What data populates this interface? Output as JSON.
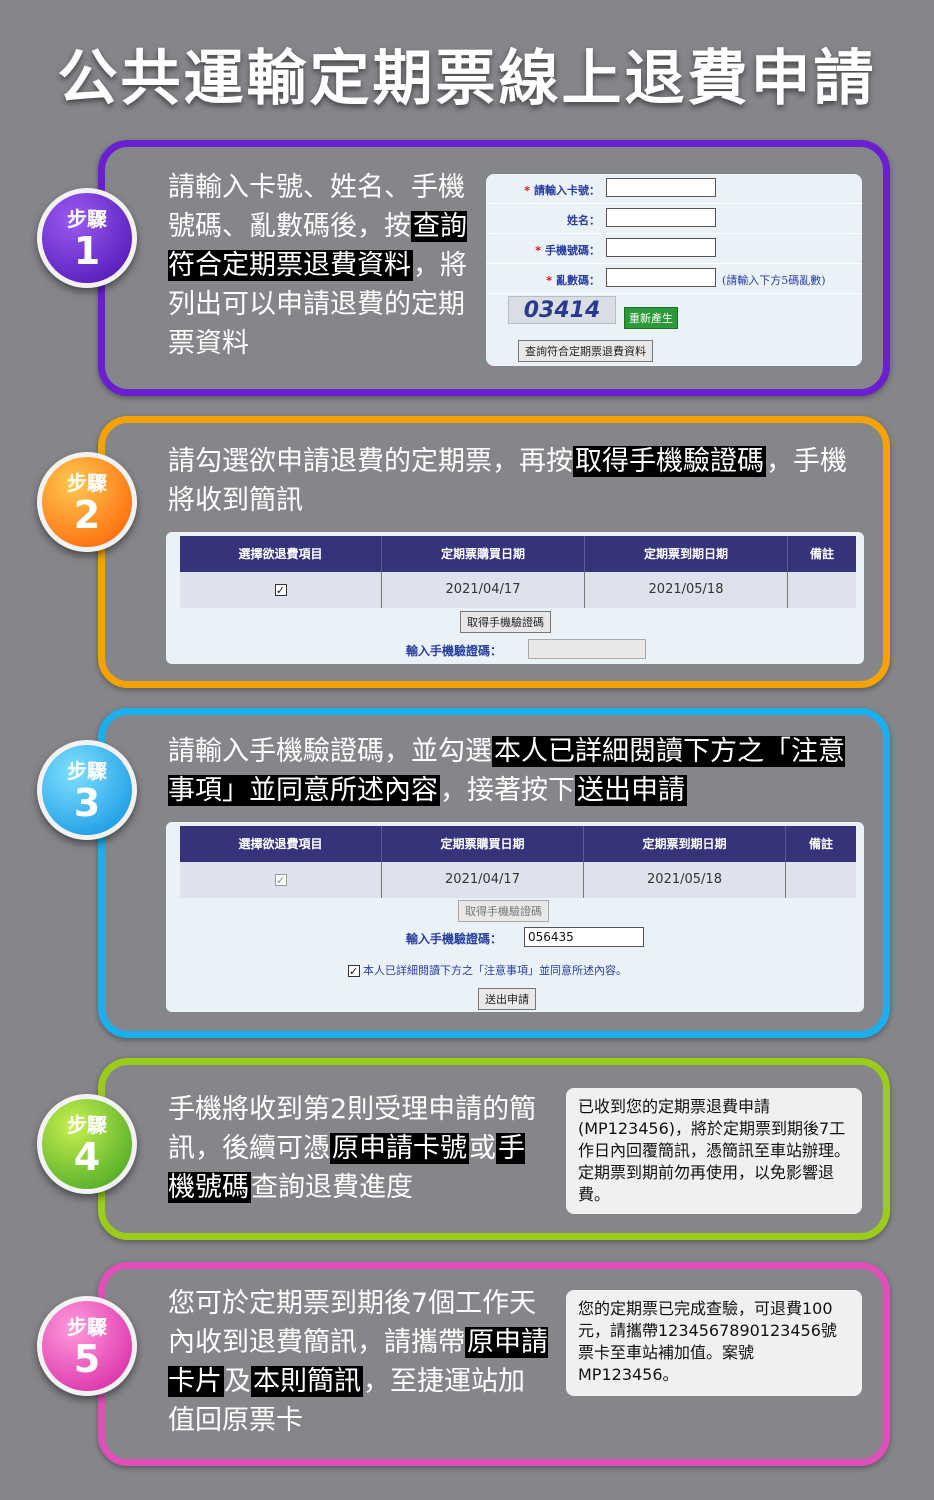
{
  "title": "公共運輸定期票線上退費申請",
  "badge_word": "步驟",
  "colors": {
    "step1": "#6a1fd0",
    "step2": "#f5a300",
    "step3": "#1ab0f0",
    "step4": "#9ccc1a",
    "step5": "#e050b8"
  },
  "step1": {
    "num": "1",
    "text_a": "請輸入卡號、姓名、手機號碼、亂數碼後，按",
    "text_hl": "查詢符合定期票退費資料",
    "text_b": "，將列出可以申請退費的定期票資料",
    "form": {
      "card_label": "請輸入卡號：",
      "name_label": "姓名：",
      "phone_label": "手機號碼：",
      "rand_label": "亂數碼：",
      "rand_hint": "(請輸入下方5碼亂數)",
      "captcha": "03414",
      "regen": "重新產生",
      "query_btn": "查詢符合定期票退費資料"
    }
  },
  "step2": {
    "num": "2",
    "text_a": "請勾選欲申請退費的定期票，再按",
    "text_hl": "取得手機驗證碼",
    "text_b": "，手機將收到簡訊"
  },
  "table": {
    "headers": [
      "選擇欲退費項目",
      "定期票購買日期",
      "定期票到期日期",
      "備註"
    ],
    "check": "✓",
    "buy_date": "2021/04/17",
    "expire_date": "2021/05/18",
    "get_code_btn": "取得手機驗證碼",
    "code_label": "輸入手機驗證碼："
  },
  "step3": {
    "num": "3",
    "text_a": "請輸入手機驗證碼，並勾選",
    "text_hl1": "本人已詳細閱讀下方之「注意事項」並同意所述內容",
    "text_b": "，接著按下",
    "text_hl2": "送出申請",
    "code_value": "056435",
    "agree": "本人已詳細閱讀下方之「注意事項」並同意所述內容。",
    "submit": "送出申請"
  },
  "step4": {
    "num": "4",
    "text_a": "手機將收到第2則受理申請的簡訊，後續可憑",
    "text_hl1": "原申請卡號",
    "text_b": "或",
    "text_hl2": "手機號碼",
    "text_c": "查詢退費進度",
    "sms": "已收到您的定期票退費申請(MP123456)，將於定期票到期後7工作日內回覆簡訊，憑簡訊至車站辦理。定期票到期前勿再使用，以免影響退費。"
  },
  "step5": {
    "num": "5",
    "text_a": "您可於定期票到期後7個工作天內收到退費簡訊，請攜帶",
    "text_hl1": "原申請卡片",
    "text_b": "及",
    "text_hl2": "本則簡訊",
    "text_c": "，至捷運站加值回原票卡",
    "sms": "您的定期票已完成查驗，可退費100元，請攜帶1234567890123456號票卡至車站補加值。案號MP123456。"
  }
}
